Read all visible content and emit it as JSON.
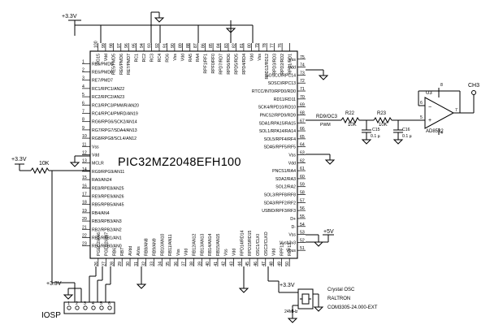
{
  "chip": {
    "name": "PIC32MZ2048EFH100",
    "pins_left": [
      "RE5/PMD5",
      "RE6/PMD6",
      "RE7/PMD7",
      "RC1/RPC1/AN22",
      "RC2/RPC2/AN23",
      "RC3/RPC3/PMWR/AN20",
      "RC4/RPC4/PMRD/AN19",
      "RG6/RPG6/SCK2/AN14",
      "RG7/RPG7/SDA4/AN13",
      "RG8/RPG8/SCL4/AN12",
      "Vss",
      "Vdd",
      "MCLR",
      "RG9/RPG9/AN11",
      "RA0/AN24",
      "RE8/RPE8/AN25",
      "RE9/RPE9/AN26",
      "RB5/RPB5/AN45",
      "RB4/AN4",
      "RB3/RPB3/AN3",
      "RB2/RPB2/AN2",
      "RB1/RPB1/AN1",
      "RB0/RPB0/AN0"
    ],
    "pins_right": [
      "Vss",
      "Vdd",
      "SOSCO/RPC14",
      "SOSCI/RPC13",
      "RTCC/INT0/RPD0/RD0",
      "RD11/RD11",
      "SCK4/RPD10/RD10",
      "PNCS2/RPD9/RD9",
      "SDA1/RPA15/RA15",
      "SOL1/RPA14/RA14",
      "SOL5/RPF4/RF4",
      "SDA5/RPF5/RF5",
      "Vss",
      "Vdd",
      "PNCS1/RA4",
      "SDA2/RA3",
      "SOL2/RA2",
      "SOL3/RPF8/RF8",
      "SDA3/RPF2/RF2",
      "USBID/RPF3/RF3",
      "D+",
      "D-",
      "Vss",
      "Vusb3v3",
      "Vbus"
    ],
    "pins_top": [
      "RG15",
      "Vdd",
      "RE5/PMD5",
      "RE6/PMD6",
      "RE7/PMD7",
      "RC1",
      "RC2",
      "RC3",
      "RC4",
      "RG6",
      "Vss",
      "Vdd",
      "RA5",
      "RA4",
      "RPF1/RF1",
      "RPF0/RF0",
      "RPD7/RD7",
      "RPD6/RD6",
      "RPD5/RD5",
      "RPD4/RD4",
      "Vdd",
      "Vss",
      "RPD12/RD12",
      "RPD3/RD3",
      "RPD2/RD2",
      "RPD1/RD1"
    ],
    "pins_bottom": [
      "PGEC2/AN6",
      "PGED2/AN7",
      "RB6",
      "RB7",
      "AVdd",
      "AVss",
      "RB8/AN8",
      "RB9/AN9",
      "RB10/AN10",
      "RB11/AN11",
      "Vss",
      "Vdd",
      "RB12/AN12",
      "RB13/AN13",
      "RB14/AN14",
      "RB15/AN15",
      "Vss",
      "Vdd",
      "RPD14/RD14",
      "RPD15/RD15",
      "OSC1/CLKI",
      "OSC2/CLKO",
      "Vdd",
      "RPF12",
      "RPF13"
    ],
    "pin_numbers_left": [
      "1",
      "2",
      "3",
      "4",
      "5",
      "6",
      "7",
      "8",
      "9",
      "10",
      "11",
      "12",
      "13",
      "14",
      "15",
      "16",
      "17",
      "18",
      "19",
      "20",
      "21",
      "22",
      "23",
      "24",
      "25"
    ],
    "pin_numbers_right": [
      "75",
      "74",
      "73",
      "72",
      "71",
      "70",
      "69",
      "68",
      "67",
      "66",
      "65",
      "64",
      "63",
      "62",
      "61",
      "60",
      "59",
      "58",
      "57",
      "56",
      "55",
      "54",
      "53",
      "52",
      "51"
    ],
    "pin_numbers_top": [
      "100",
      "99",
      "98",
      "97",
      "96",
      "95",
      "94",
      "93",
      "92",
      "91",
      "90",
      "89",
      "88",
      "87",
      "86",
      "85",
      "84",
      "83",
      "82",
      "81",
      "80",
      "79",
      "78",
      "77",
      "76"
    ],
    "pin_numbers_bottom": [
      "26",
      "27",
      "28",
      "29",
      "30",
      "31",
      "32",
      "33",
      "34",
      "35",
      "36",
      "37",
      "38",
      "39",
      "40",
      "41",
      "42",
      "43",
      "44",
      "45",
      "46",
      "47",
      "48",
      "49",
      "50"
    ]
  },
  "power": {
    "vdd_top": "+3.3V",
    "vdd_mclr": "+3.3V",
    "vdd_iosp": "+3.3V",
    "vdd_osc": "+3.3V",
    "vbus": "+5V"
  },
  "mclr_resistor": "10K",
  "output_filter": {
    "net": "RD9/OC3",
    "pwm": "PWM",
    "r22": "R22",
    "r22_val": "10K",
    "r23": "R23",
    "r23_val": "10K",
    "c15": "C15",
    "c15_val": "0.1 µ",
    "c16": "C16",
    "c16_val": "0.1 µ",
    "opamp_ref": "U3",
    "opamp_part": "AD8532",
    "pin8": "8",
    "pin5": "5",
    "pin6": "6",
    "pin7": "7",
    "pin4": "4",
    "output": "CH3"
  },
  "oscillator": {
    "desc1": "Crystal OSC",
    "desc2": "RALTRON",
    "desc3": "COM3305-24.000-EXT",
    "freq": "24MHz"
  },
  "iosp": {
    "label": "IOSP",
    "pins": [
      "1",
      "2",
      "3",
      "4",
      "5",
      "6"
    ]
  }
}
